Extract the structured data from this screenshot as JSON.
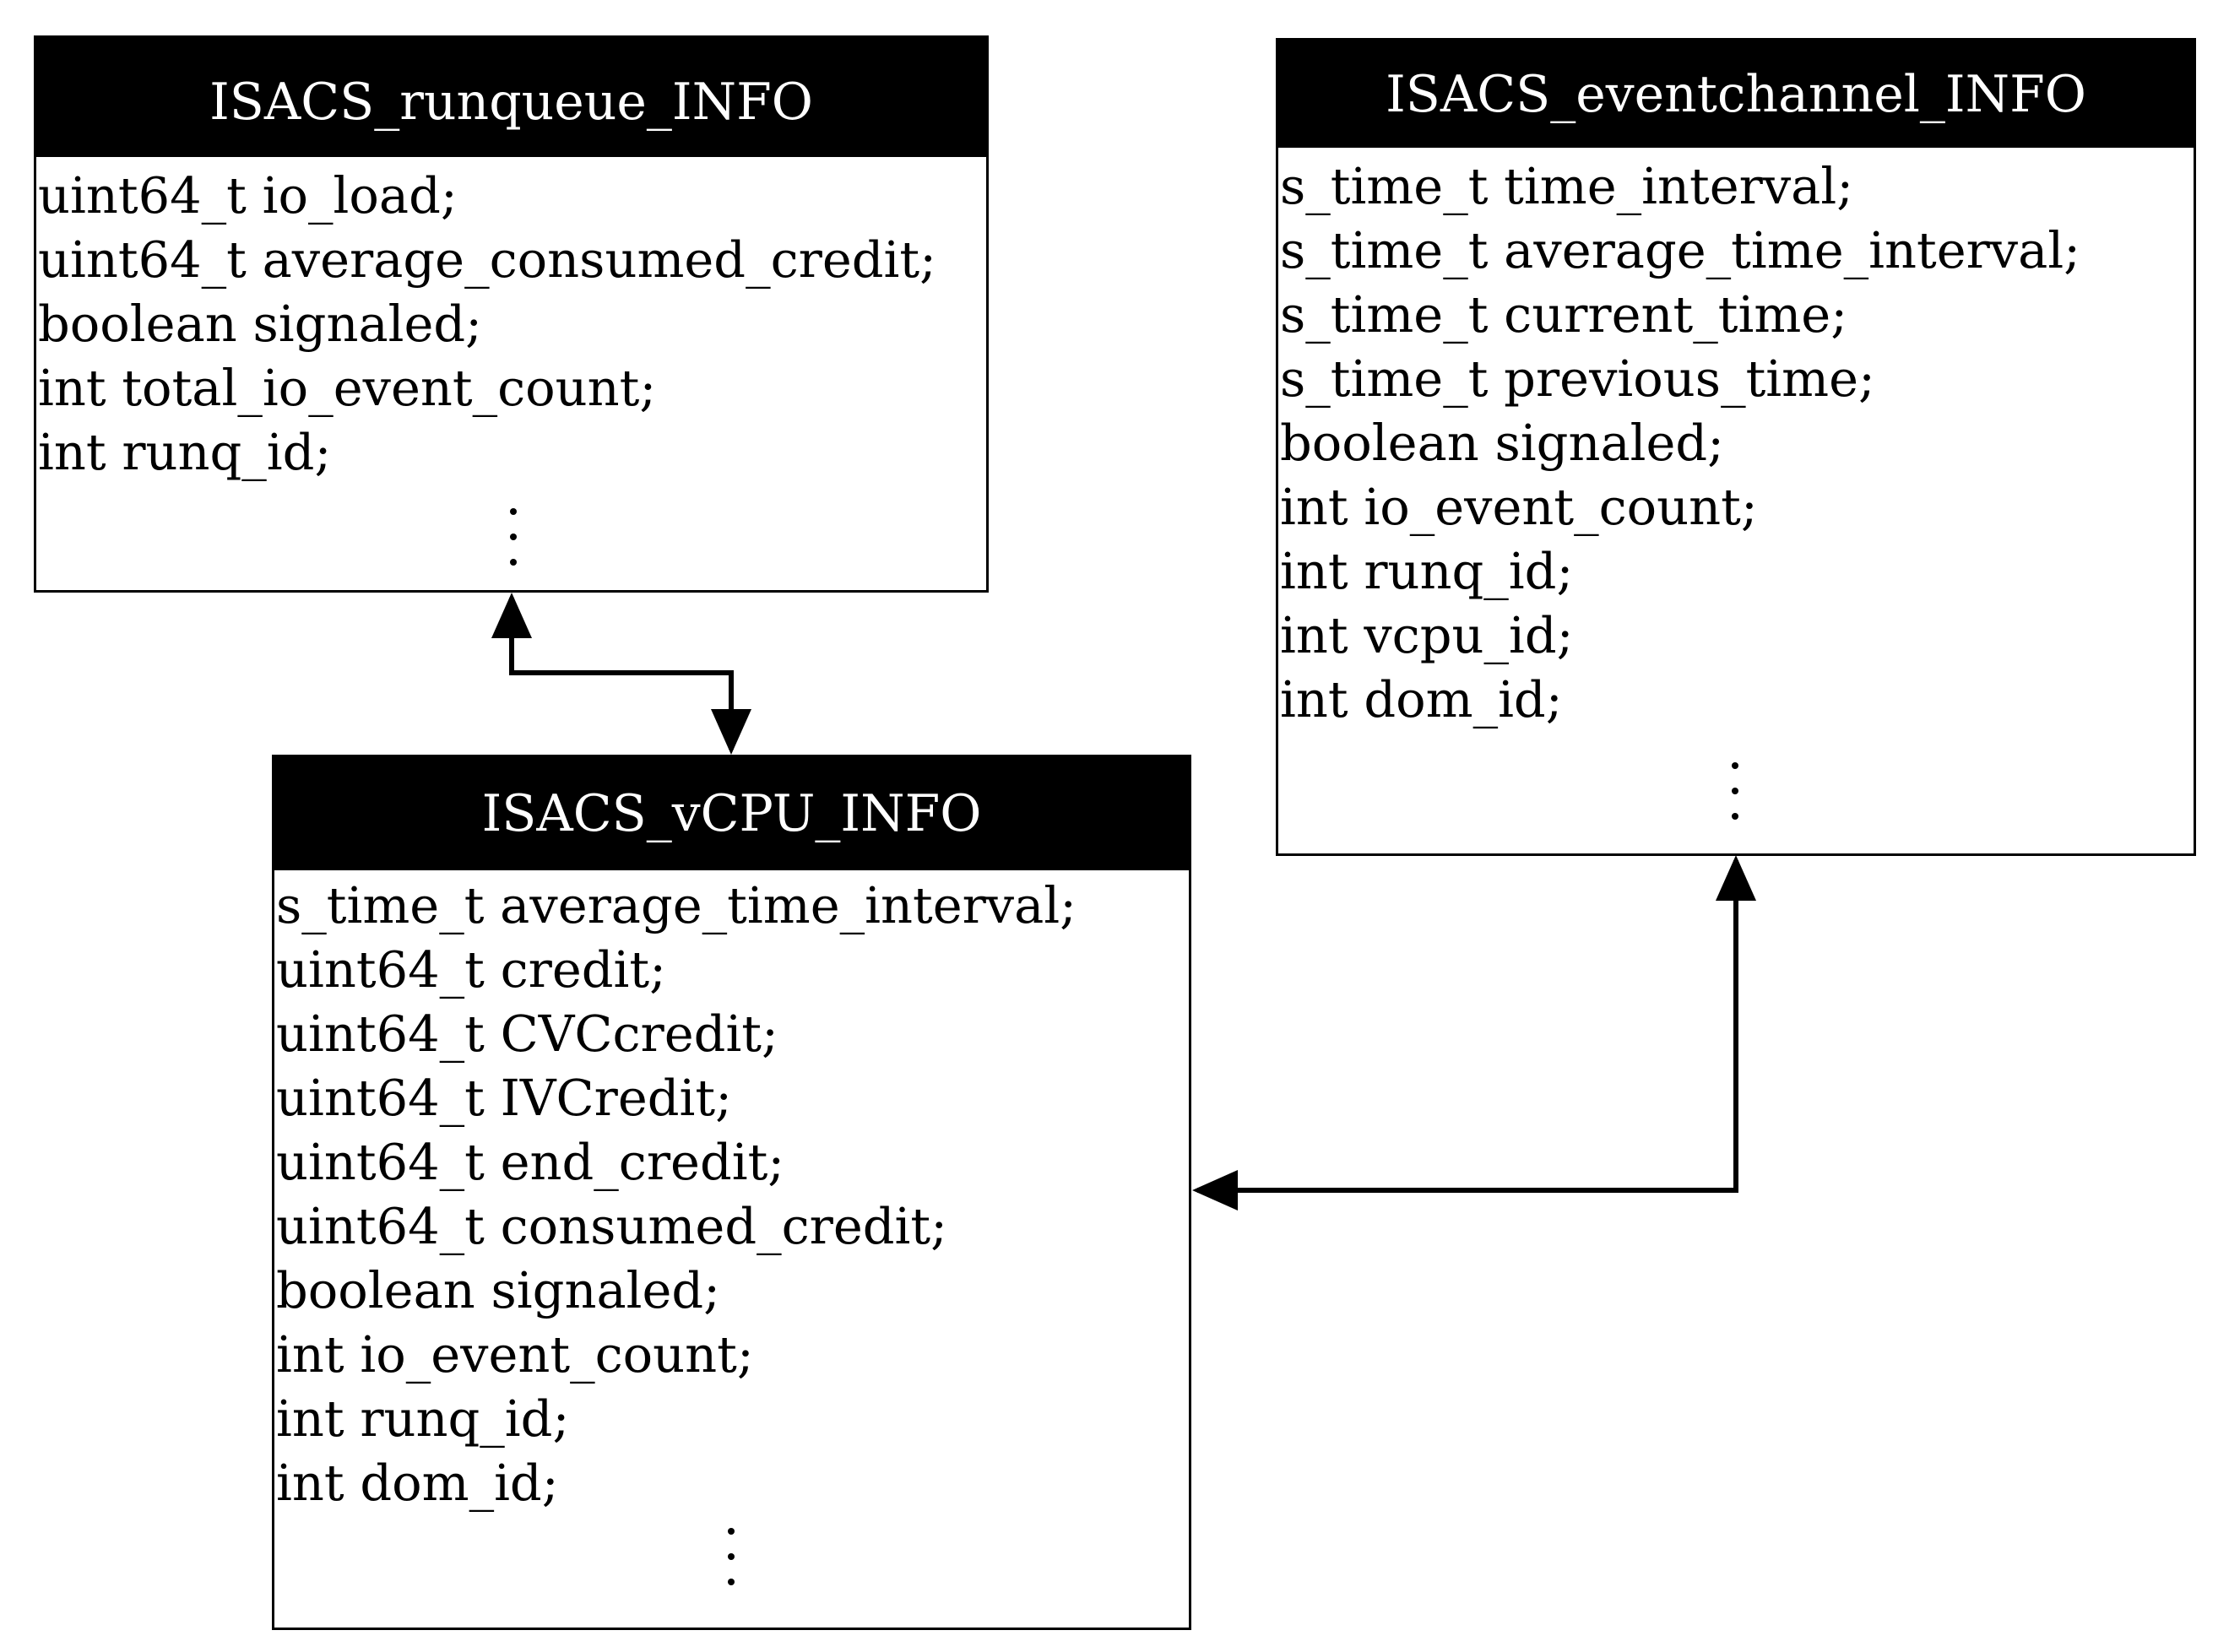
{
  "diagram": {
    "structs": {
      "runqueue": {
        "title": "ISACS_runqueue_INFO",
        "fields": [
          "uint64_t io_load;",
          "uint64_t average_consumed_credit;",
          "boolean signaled;",
          "int total_io_event_count;",
          "int runq_id;"
        ]
      },
      "eventchannel": {
        "title": "ISACS_eventchannel_INFO",
        "fields": [
          "s_time_t time_interval;",
          "s_time_t average_time_interval;",
          "s_time_t current_time;",
          "s_time_t previous_time;",
          "boolean signaled;",
          "int io_event_count;",
          "int runq_id;",
          "int vcpu_id;",
          "int dom_id;"
        ]
      },
      "vcpu": {
        "title": "ISACS_vCPU_INFO",
        "fields": [
          "s_time_t average_time_interval;",
          "uint64_t credit;",
          "uint64_t CVCcredit;",
          "uint64_t IVCredit;",
          "uint64_t end_credit;",
          "uint64_t consumed_credit;",
          "boolean signaled;",
          "int io_event_count;",
          "int runq_id;",
          "int dom_id;"
        ]
      }
    }
  }
}
